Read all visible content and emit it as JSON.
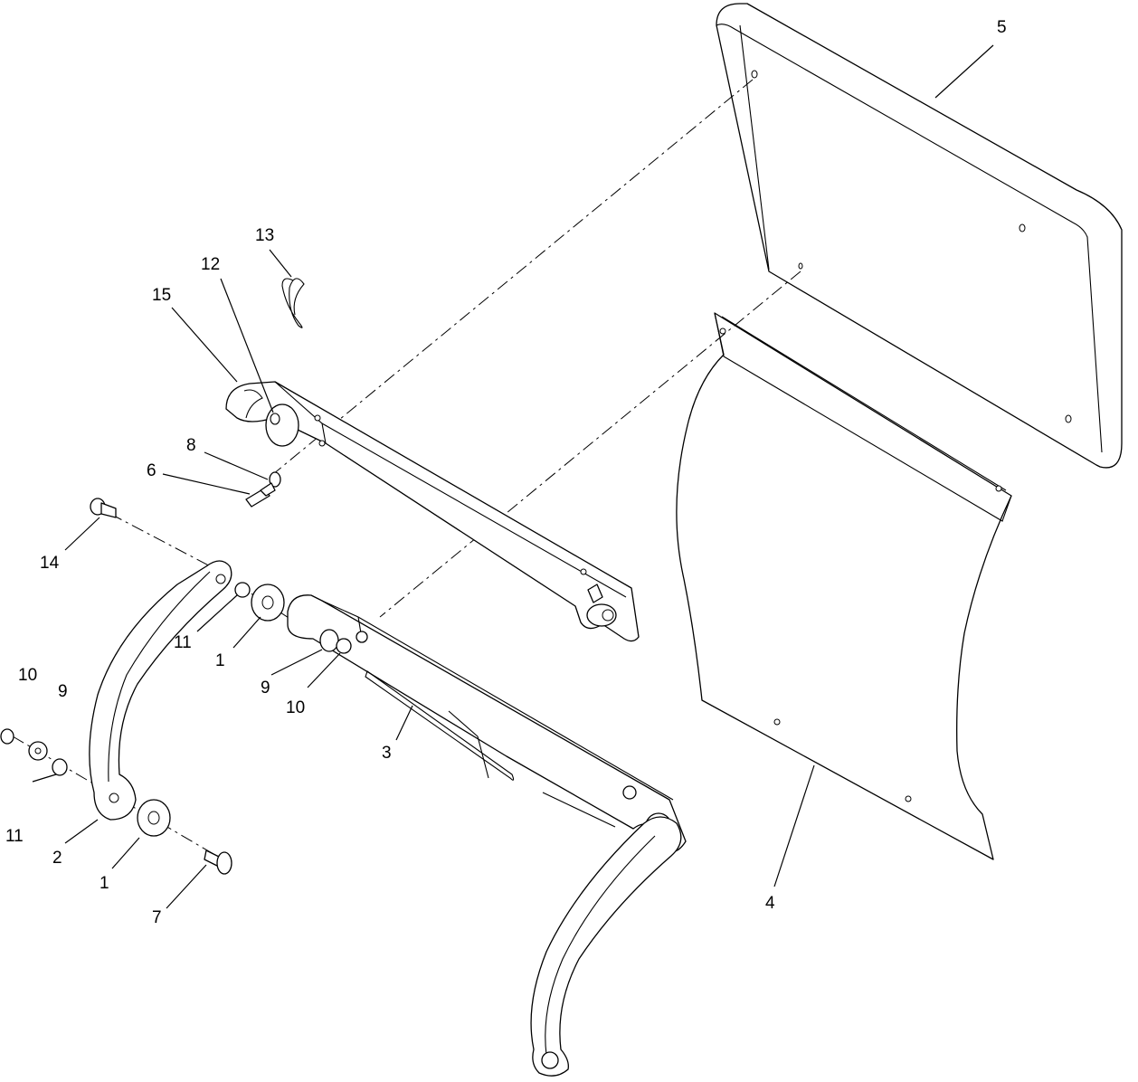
{
  "callouts": [
    {
      "id": "c5",
      "text": "5"
    },
    {
      "id": "c13",
      "text": "13"
    },
    {
      "id": "c12",
      "text": "12"
    },
    {
      "id": "c15",
      "text": "15"
    },
    {
      "id": "c8",
      "text": "8"
    },
    {
      "id": "c6",
      "text": "6"
    },
    {
      "id": "c14",
      "text": "14"
    },
    {
      "id": "c11a",
      "text": "11"
    },
    {
      "id": "c1a",
      "text": "1"
    },
    {
      "id": "c9a",
      "text": "9"
    },
    {
      "id": "c10a",
      "text": "10"
    },
    {
      "id": "c10b",
      "text": "10"
    },
    {
      "id": "c9b",
      "text": "9"
    },
    {
      "id": "c3",
      "text": "3"
    },
    {
      "id": "c11b",
      "text": "11"
    },
    {
      "id": "c2",
      "text": "2"
    },
    {
      "id": "c1b",
      "text": "1"
    },
    {
      "id": "c7",
      "text": "7"
    },
    {
      "id": "c4",
      "text": "4"
    }
  ]
}
